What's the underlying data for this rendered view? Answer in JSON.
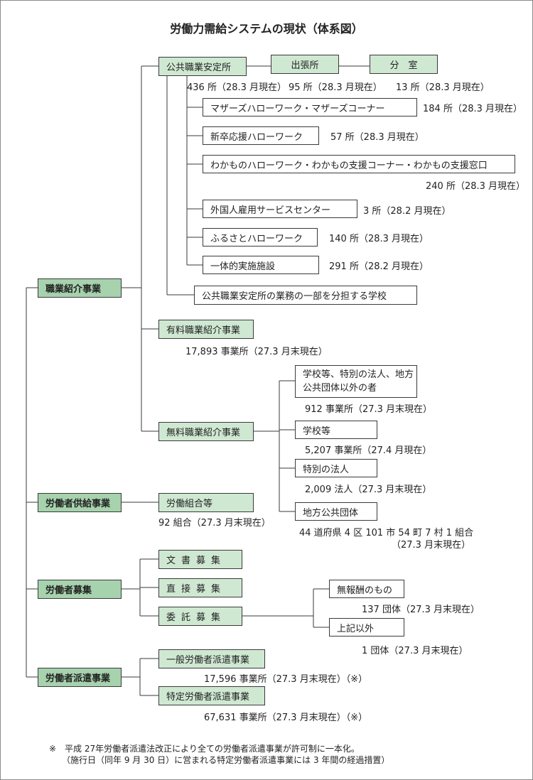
{
  "title": "労働力需給システムの現状（体系図）",
  "categories": {
    "placement": "職業紹介事業",
    "supply": "労働者供給事業",
    "recruitment": "労働者募集",
    "dispatch": "労働者派遣事業"
  },
  "placement": {
    "public_office": {
      "label": "公共職業安定所",
      "count": "436 所（28.3 月現在）"
    },
    "branch": {
      "label": "出張所",
      "count": "95 所（28.3 月現在）"
    },
    "sub_office": {
      "label": "分　室",
      "count": "13 所（28.3 月現在）"
    },
    "mothers": {
      "label": "マザーズハローワーク・マザーズコーナー",
      "count": "184 所（28.3 月現在）"
    },
    "graduates": {
      "label": "新卒応援ハローワーク",
      "count": "57 所（28.3 月現在）"
    },
    "youth": {
      "label": "わかものハローワーク・わかもの支援コーナー・わかもの支援窓口",
      "count": "240 所（28.3 月現在）"
    },
    "foreign": {
      "label": "外国人雇用サービスセンター",
      "count": "3 所（28.2 月現在）"
    },
    "hometown": {
      "label": "ふるさとハローワーク",
      "count": "140 所（28.3 月現在）"
    },
    "integrated": {
      "label": "一体的実施施設",
      "count": "291 所（28.2 月現在）"
    },
    "schools": {
      "label": "公共職業安定所の業務の一部を分担する学校"
    },
    "paid": {
      "label": "有料職業紹介事業",
      "count": "17,893 事業所（27.3 月末現在）"
    },
    "free": {
      "label": "無料職業紹介事業"
    },
    "free_other": {
      "label": "学校等、特別の法人、地方公共団体以外の者",
      "count": "912 事業所（27.3 月末現在）"
    },
    "free_school": {
      "label": "学校等",
      "count": "5,207 事業所（27.4 月現在）"
    },
    "free_special": {
      "label": "特別の法人",
      "count": "2,009 法人（27.3 月末現在）"
    },
    "free_local": {
      "label": "地方公共団体",
      "count_1": "44 道府県 4 区 101 市 54 町 7 村 1 組合",
      "count_2": "（27.3 月末現在）"
    }
  },
  "supply": {
    "union": {
      "label": "労働組合等",
      "count": "92 組合（27.3 月末現在）"
    }
  },
  "recruitment": {
    "document": {
      "label": "文書募集"
    },
    "direct": {
      "label": "直接募集"
    },
    "entrusted": {
      "label": "委託募集"
    },
    "unpaid": {
      "label": "無報酬のもの",
      "count": "137 団体（27.3 月末現在）"
    },
    "other": {
      "label": "上記以外",
      "count": "1 団体（27.3 月末現在）"
    }
  },
  "dispatch": {
    "general": {
      "label": "一般労働者派遣事業",
      "count": "17,596 事業所（27.3 月末現在）（※）"
    },
    "specific": {
      "label": "特定労働者派遣事業",
      "count": "67,631 事業所（27.3 月末現在）（※）"
    }
  },
  "footnote": {
    "line1": "※　平成 27年労働者派遣法改正により全ての労働者派遣事業が許可制に一本化。",
    "line2": "　　（施行日（同年 9 月 30 日）に営まれる特定労働者派遣事業には 3 年間の経過措置）"
  },
  "colors": {
    "light_green": "#cfe8d2",
    "dark_green": "#a6d2ad",
    "line": "#3a3a3a"
  }
}
